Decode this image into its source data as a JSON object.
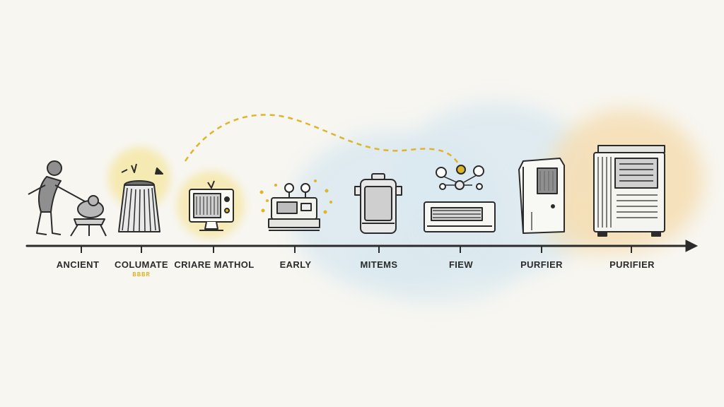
{
  "colors": {
    "ink": "#2b2b2b",
    "accent_yellow": "#e0b42a",
    "wash_yellow": "#f6e7a8",
    "wash_blue": "#dbe9f0",
    "wash_peach": "#f5dfb6",
    "background": "#f7f6f1"
  },
  "timeline": {
    "stages": [
      {
        "label": "ANCIENT",
        "icon": "person-fanning-icon"
      },
      {
        "label": "COLUMATE",
        "sublabel": "BBBR",
        "icon": "basket-filter-icon"
      },
      {
        "label": "CRIARE MATHOL",
        "icon": "retro-tv-icon"
      },
      {
        "label": "EARLY",
        "icon": "vintage-machine-icon"
      },
      {
        "label": "MITEMS",
        "icon": "canister-icon"
      },
      {
        "label": "FIEW",
        "icon": "wall-ac-unit-icon"
      },
      {
        "label": "PURFIER",
        "icon": "tower-purifier-icon"
      },
      {
        "label": "PURIFIER",
        "icon": "large-purifier-icon"
      }
    ]
  }
}
